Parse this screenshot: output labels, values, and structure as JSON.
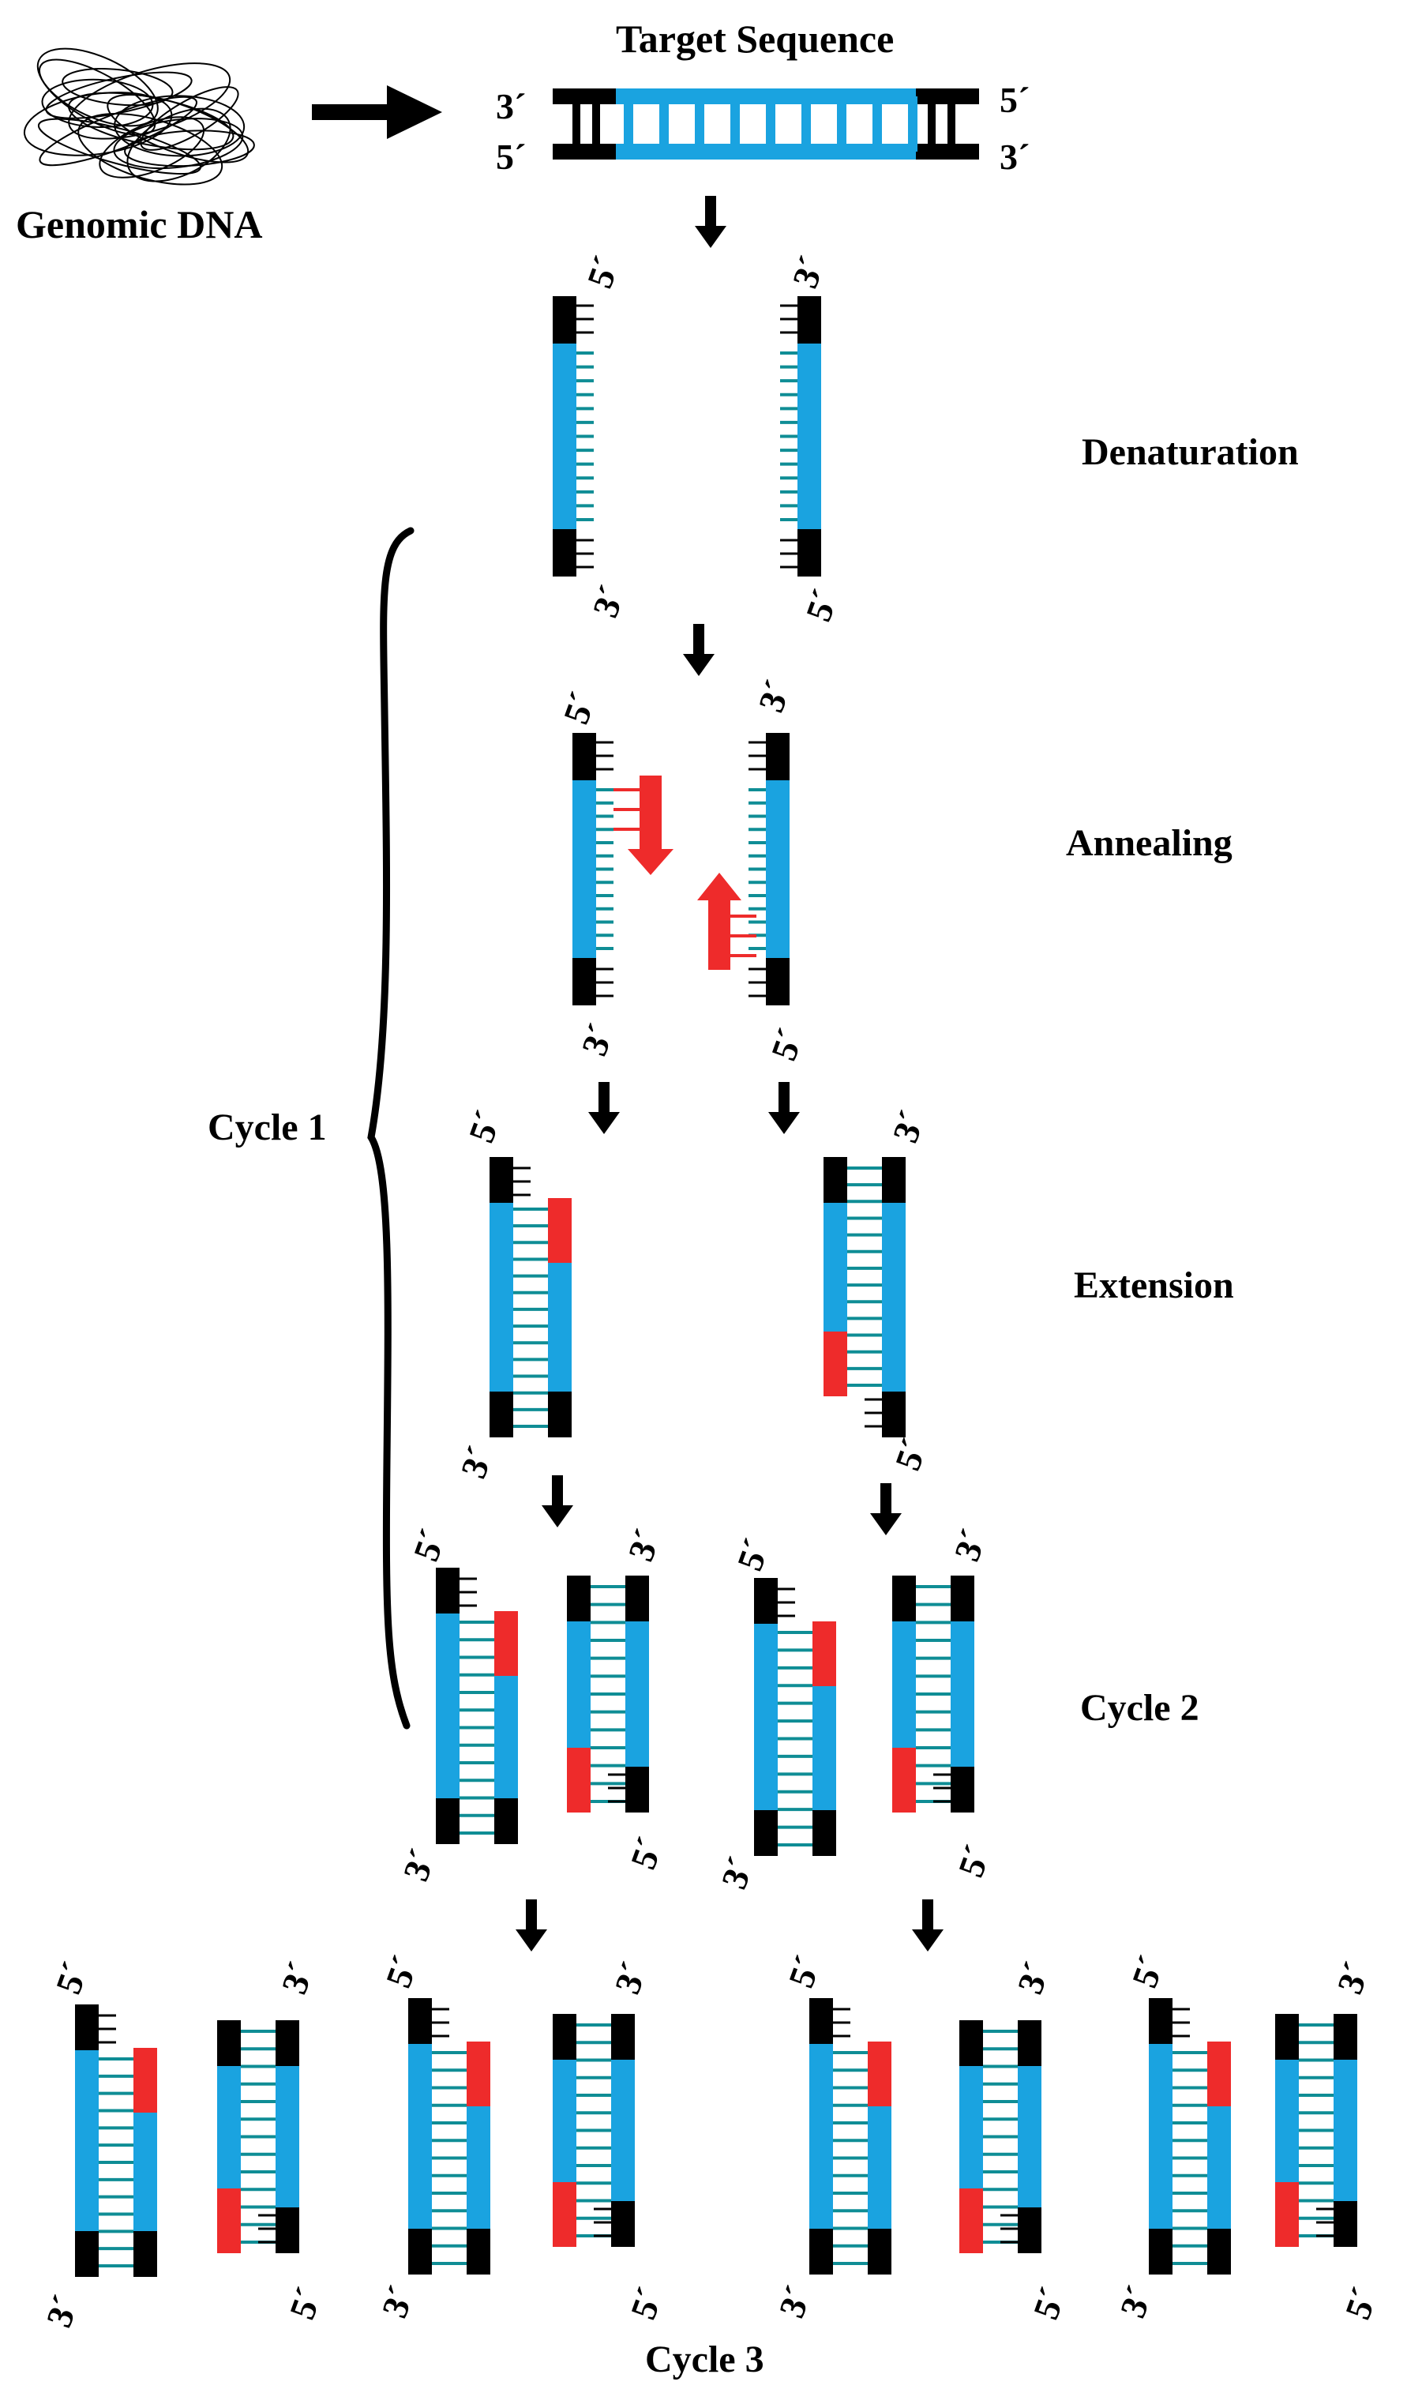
{
  "labels": {
    "genomic_dna": "Genomic DNA",
    "target_sequence": "Target Sequence",
    "denaturation": "Denaturation",
    "annealing": "Annealing",
    "extension": "Extension",
    "cycle1": "Cycle 1",
    "cycle2": "Cycle 2",
    "cycle3": "Cycle 3"
  },
  "end_labels": {
    "five_prime": "5´",
    "three_prime": "3´"
  },
  "colors": {
    "target": "#1aa3e0",
    "primer": "#ee2b2b",
    "flank": "#000000",
    "rung": "#0f8d95",
    "arrow": "#000000"
  }
}
